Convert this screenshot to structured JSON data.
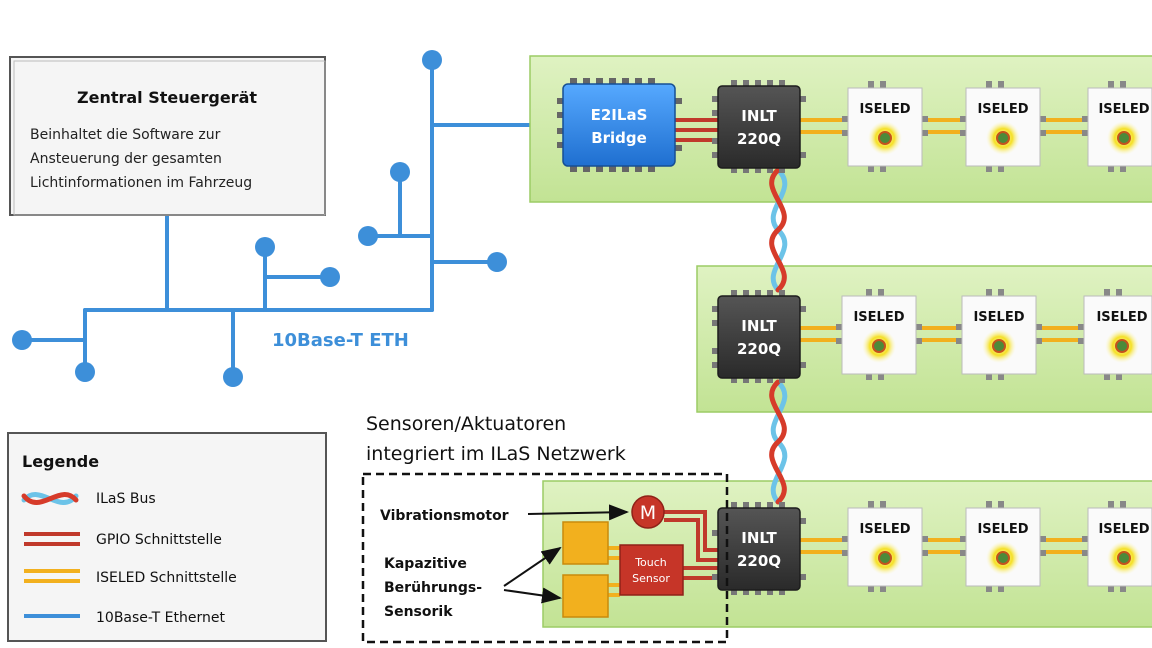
{
  "central_unit": {
    "title": "Zentral Steuergerät",
    "lines": [
      "Beinhaltet die Software zur",
      "Ansteuerung der gesamten",
      "Lichtinformationen im Fahrzeug"
    ]
  },
  "network_label": "10Base-T ETH",
  "bridge": {
    "line1": "E2ILaS",
    "line2": "Bridge"
  },
  "controller": {
    "line1": "INLT",
    "line2": "220Q"
  },
  "led_label": "ISELED",
  "sensor_section": {
    "title_line1": "Sensoren/Aktuatoren",
    "title_line2": "integriert im ILaS Netzwerk",
    "vibration_label": "Vibrationsmotor",
    "motor_symbol": "M",
    "capacitive_lines": [
      "Kapazitive",
      "Berührungs-",
      "Sensorik"
    ],
    "touch_line1": "Touch",
    "touch_line2": "Sensor"
  },
  "legend": {
    "title": "Legende",
    "items": [
      {
        "label": "ILaS Bus",
        "kind": "twisted"
      },
      {
        "label": "GPIO Schnittstelle",
        "kind": "gpio"
      },
      {
        "label": "ISELED Schnittstelle",
        "kind": "iseled"
      },
      {
        "label": "10Base-T Ethernet",
        "kind": "eth"
      }
    ]
  },
  "colors": {
    "ethernet": "#3d8fd9",
    "gpio": "#c0392b",
    "iseled": "#f2b01e",
    "bus_red": "#d63b2a",
    "bus_blue": "#6cc3e8",
    "panel_green": "#cfeaa8",
    "panel_border": "#9ccc65",
    "chip_dark": "#3b3b3b",
    "bridge_blue": "#2e8ef0",
    "sensor_yellow": "#f2b01e",
    "touch_red": "#c63528",
    "led_glow": "#f5e027"
  }
}
